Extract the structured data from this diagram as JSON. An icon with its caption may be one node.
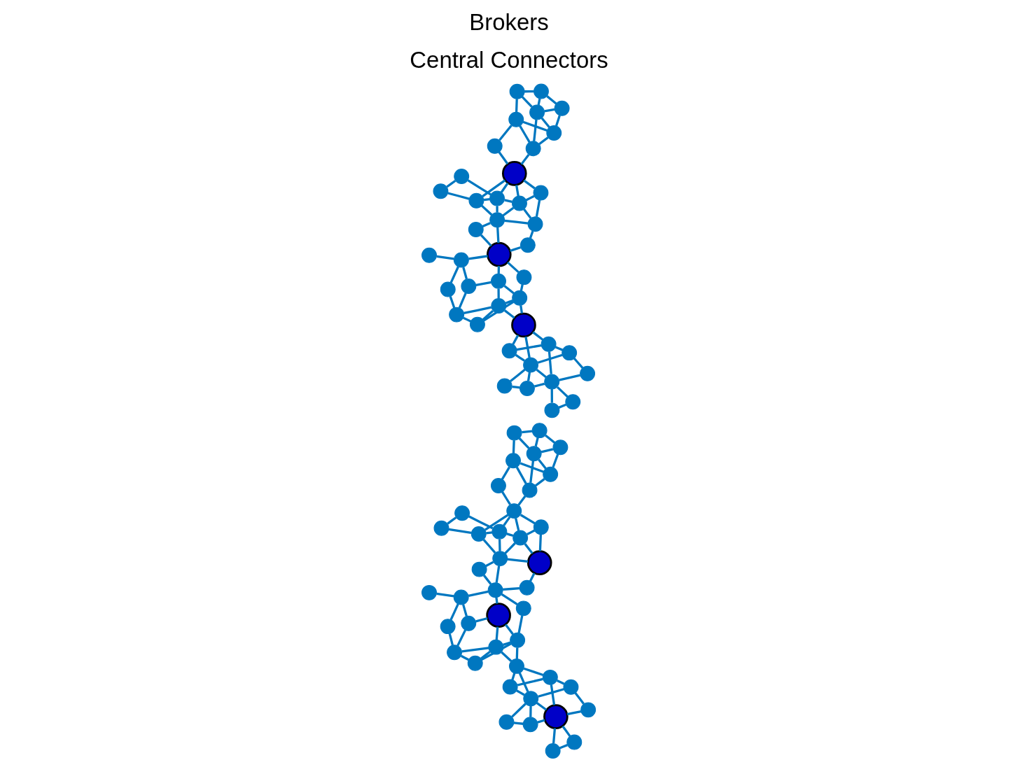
{
  "diagram": {
    "nodes": [
      {
        "text": [],
        "shape": "circle"
      },
      {
        "text": [],
        "shape": "circle"
      },
      {
        "text": [],
        "shape": "circle"
      },
      {
        "text": [],
        "shape": "circle"
      },
      {
        "text": [],
        "shape": "circle"
      },
      {
        "text": [],
        "shape": "circle"
      },
      {
        "text": [],
        "shape": "circle"
      },
      {
        "text": [],
        "shape": "circle"
      },
      {
        "text": [],
        "shape": "circle"
      },
      {
        "text": [],
        "shape": "circle"
      },
      {
        "text": [],
        "shape": "circle"
      },
      {
        "text": [],
        "shape": "circle"
      },
      {
        "text": [],
        "shape": "circle"
      },
      {
        "text": [],
        "shape": "circle"
      },
      {
        "text": [],
        "shape": "circle"
      },
      {
        "text": [],
        "shape": "circle"
      },
      {
        "text": [],
        "shape": "circle"
      },
      {
        "text": [],
        "shape": "circle"
      },
      {
        "text": [],
        "shape": "circle"
      },
      {
        "text": [],
        "shape": "circle"
      },
      {
        "text": [],
        "shape": "circle"
      },
      {
        "text": [],
        "shape": "circle"
      },
      {
        "text": [],
        "shape": "circle"
      },
      {
        "text": [],
        "shape": "circle"
      },
      {
        "text": [],
        "shape": "circle"
      },
      {
        "text": [],
        "shape": "circle"
      },
      {
        "text": [],
        "shape": "circle"
      },
      {
        "text": [],
        "shape": "circle"
      },
      {
        "text": [],
        "shape": "circle"
      },
      {
        "text": [],
        "shape": "circle"
      },
      {
        "text": [],
        "shape": "circle"
      },
      {
        "text": [],
        "shape": "circle"
      },
      {
        "text": [],
        "shape": "circle"
      },
      {
        "text": [],
        "shape": "circle"
      },
      {
        "text": [],
        "shape": "circle"
      },
      {
        "text": [],
        "shape": "circle"
      },
      {
        "text": [],
        "shape": "circle"
      },
      {
        "text": [],
        "shape": "circle"
      },
      {
        "text": [],
        "shape": "circle"
      },
      {
        "text": [],
        "shape": "circle"
      },
      {
        "text": [],
        "shape": "circle"
      },
      {
        "text": [],
        "shape": "circle"
      },
      {
        "text": [],
        "shape": "circle"
      },
      {
        "text": [],
        "shape": "circle"
      },
      {
        "text": [],
        "shape": "circle"
      },
      {
        "text": [],
        "shape": "circle"
      },
      {
        "text": [],
        "shape": "circle"
      },
      {
        "text": [],
        "shape": "circle"
      },
      {
        "text": [],
        "shape": "circle"
      },
      {
        "text": [],
        "shape": "circle"
      },
      {
        "text": [],
        "shape": "circle"
      },
      {
        "text": [],
        "shape": "circle"
      },
      {
        "text": [],
        "shape": "circle"
      },
      {
        "text": [],
        "shape": "circle"
      },
      {
        "text": [],
        "shape": "circle"
      },
      {
        "text": [],
        "shape": "circle"
      },
      {
        "text": [],
        "shape": "circle"
      },
      {
        "text": [],
        "shape": "circle"
      },
      {
        "text": [],
        "shape": "circle"
      },
      {
        "text": [],
        "shape": "circle"
      },
      {
        "text": [],
        "shape": "circle"
      },
      {
        "text": [],
        "shape": "circle"
      },
      {
        "text": [],
        "shape": "circle"
      },
      {
        "text": [],
        "shape": "circle"
      },
      {
        "text": [],
        "shape": "circle"
      },
      {
        "text": [],
        "shape": "circle"
      },
      {
        "text": [],
        "shape": "circle"
      },
      {
        "text": [],
        "shape": "circle"
      },
      {
        "text": [],
        "shape": "circle"
      },
      {
        "text": [],
        "shape": "circle"
      },
      {
        "text": [],
        "shape": "circle"
      },
      {
        "text": [],
        "shape": "circle"
      },
      {
        "text": [],
        "shape": "circle"
      },
      {
        "text": [],
        "shape": "circle"
      },
      {
        "text": [],
        "shape": "circle"
      },
      {
        "text": [],
        "shape": "circle"
      },
      {
        "text": [],
        "shape": "circle"
      },
      {
        "text": [],
        "shape": "circle"
      },
      {
        "text": [],
        "shape": "circle"
      },
      {
        "text": [],
        "shape": "circle"
      },
      {
        "text": [],
        "shape": "circle"
      },
      {
        "text": [],
        "shape": "circle"
      }
    ],
    "edges": [
      {
        "from": 0,
        "to": 1,
        "arrow": "none"
      },
      {
        "from": 0,
        "to": 4,
        "arrow": "none"
      },
      {
        "from": 1,
        "to": 4,
        "arrow": "none"
      },
      {
        "from": 2,
        "to": 3,
        "arrow": "none"
      },
      {
        "from": 2,
        "to": 4,
        "arrow": "none"
      },
      {
        "from": 2,
        "to": 5,
        "arrow": "none"
      },
      {
        "from": 3,
        "to": 5,
        "arrow": "none"
      },
      {
        "from": 4,
        "to": 5,
        "arrow": "none"
      },
      {
        "from": 4,
        "to": 7,
        "arrow": "none"
      },
      {
        "from": 4,
        "to": 9,
        "arrow": "none"
      },
      {
        "from": 5,
        "to": 6,
        "arrow": "none"
      },
      {
        "from": 5,
        "to": 8,
        "arrow": "none"
      },
      {
        "from": 5,
        "to": 10,
        "arrow": "none"
      },
      {
        "from": 6,
        "to": 9,
        "arrow": "none"
      },
      {
        "from": 6,
        "to": 10,
        "arrow": "none"
      },
      {
        "from": 7,
        "to": 8,
        "arrow": "none"
      },
      {
        "from": 8,
        "to": 9,
        "arrow": "none"
      },
      {
        "from": 9,
        "to": 10,
        "arrow": "none"
      },
      {
        "from": 10,
        "to": 11,
        "arrow": "none"
      },
      {
        "from": 10,
        "to": 14,
        "arrow": "none"
      },
      {
        "from": 11,
        "to": 12,
        "arrow": "none"
      },
      {
        "from": 11,
        "to": 13,
        "arrow": "none"
      },
      {
        "from": 11,
        "to": 14,
        "arrow": "none"
      },
      {
        "from": 11,
        "to": 15,
        "arrow": "none"
      },
      {
        "from": 13,
        "to": 14,
        "arrow": "none"
      },
      {
        "from": 13,
        "to": 17,
        "arrow": "none"
      },
      {
        "from": 14,
        "to": 15,
        "arrow": "none"
      },
      {
        "from": 14,
        "to": 17,
        "arrow": "none"
      },
      {
        "from": 15,
        "to": 16,
        "arrow": "none"
      },
      {
        "from": 15,
        "to": 18,
        "arrow": "none"
      },
      {
        "from": 12,
        "to": 16,
        "arrow": "none"
      },
      {
        "from": 17,
        "to": 18,
        "arrow": "none"
      },
      {
        "from": 17,
        "to": 20,
        "arrow": "none"
      },
      {
        "from": 18,
        "to": 19,
        "arrow": "none"
      },
      {
        "from": 19,
        "to": 16,
        "arrow": "none"
      },
      {
        "from": 19,
        "to": 20,
        "arrow": "none"
      },
      {
        "from": 19,
        "to": 21,
        "arrow": "none"
      },
      {
        "from": 16,
        "to": 22,
        "arrow": "none"
      },
      {
        "from": 16,
        "to": 26,
        "arrow": "none"
      },
      {
        "from": 16,
        "to": 23,
        "arrow": "none"
      },
      {
        "from": 22,
        "to": 24,
        "arrow": "none"
      },
      {
        "from": 23,
        "to": 26,
        "arrow": "none"
      },
      {
        "from": 24,
        "to": 25,
        "arrow": "none"
      },
      {
        "from": 24,
        "to": 26,
        "arrow": "none"
      },
      {
        "from": 24,
        "to": 27,
        "arrow": "none"
      },
      {
        "from": 25,
        "to": 27,
        "arrow": "none"
      },
      {
        "from": 25,
        "to": 28,
        "arrow": "none"
      },
      {
        "from": 26,
        "to": 27,
        "arrow": "none"
      },
      {
        "from": 26,
        "to": 29,
        "arrow": "none"
      },
      {
        "from": 26,
        "to": 30,
        "arrow": "none"
      },
      {
        "from": 27,
        "to": 28,
        "arrow": "none"
      },
      {
        "from": 27,
        "to": 29,
        "arrow": "none"
      },
      {
        "from": 28,
        "to": 29,
        "arrow": "none"
      },
      {
        "from": 28,
        "to": 30,
        "arrow": "none"
      },
      {
        "from": 28,
        "to": 33,
        "arrow": "none"
      },
      {
        "from": 28,
        "to": 34,
        "arrow": "none"
      },
      {
        "from": 29,
        "to": 30,
        "arrow": "none"
      },
      {
        "from": 29,
        "to": 31,
        "arrow": "none"
      },
      {
        "from": 30,
        "to": 32,
        "arrow": "none"
      },
      {
        "from": 31,
        "to": 32,
        "arrow": "none"
      },
      {
        "from": 33,
        "to": 35,
        "arrow": "none"
      },
      {
        "from": 34,
        "to": 35,
        "arrow": "none"
      },
      {
        "from": 34,
        "to": 36,
        "arrow": "none"
      },
      {
        "from": 34,
        "to": 37,
        "arrow": "none"
      },
      {
        "from": 35,
        "to": 36,
        "arrow": "none"
      },
      {
        "from": 35,
        "to": 40,
        "arrow": "none"
      },
      {
        "from": 36,
        "to": 37,
        "arrow": "none"
      },
      {
        "from": 36,
        "to": 38,
        "arrow": "none"
      },
      {
        "from": 37,
        "to": 38,
        "arrow": "none"
      },
      {
        "from": 37,
        "to": 39,
        "arrow": "none"
      },
      {
        "from": 37,
        "to": 40,
        "arrow": "none"
      },
      {
        "from": 38,
        "to": 39,
        "arrow": "none"
      },
      {
        "from": 39,
        "to": 40,
        "arrow": "none"
      },
      {
        "from": 41,
        "to": 42,
        "arrow": "none"
      },
      {
        "from": 41,
        "to": 45,
        "arrow": "none"
      },
      {
        "from": 42,
        "to": 45,
        "arrow": "none"
      },
      {
        "from": 43,
        "to": 44,
        "arrow": "none"
      },
      {
        "from": 43,
        "to": 45,
        "arrow": "none"
      },
      {
        "from": 43,
        "to": 46,
        "arrow": "none"
      },
      {
        "from": 44,
        "to": 46,
        "arrow": "none"
      },
      {
        "from": 45,
        "to": 46,
        "arrow": "none"
      },
      {
        "from": 45,
        "to": 48,
        "arrow": "none"
      },
      {
        "from": 45,
        "to": 50,
        "arrow": "none"
      },
      {
        "from": 46,
        "to": 47,
        "arrow": "none"
      },
      {
        "from": 46,
        "to": 49,
        "arrow": "none"
      },
      {
        "from": 46,
        "to": 51,
        "arrow": "none"
      },
      {
        "from": 47,
        "to": 50,
        "arrow": "none"
      },
      {
        "from": 47,
        "to": 51,
        "arrow": "none"
      },
      {
        "from": 48,
        "to": 49,
        "arrow": "none"
      },
      {
        "from": 49,
        "to": 50,
        "arrow": "none"
      },
      {
        "from": 50,
        "to": 51,
        "arrow": "none"
      },
      {
        "from": 51,
        "to": 52,
        "arrow": "none"
      },
      {
        "from": 51,
        "to": 55,
        "arrow": "none"
      },
      {
        "from": 52,
        "to": 53,
        "arrow": "none"
      },
      {
        "from": 52,
        "to": 54,
        "arrow": "none"
      },
      {
        "from": 52,
        "to": 55,
        "arrow": "none"
      },
      {
        "from": 52,
        "to": 56,
        "arrow": "none"
      },
      {
        "from": 54,
        "to": 55,
        "arrow": "none"
      },
      {
        "from": 54,
        "to": 58,
        "arrow": "none"
      },
      {
        "from": 55,
        "to": 56,
        "arrow": "none"
      },
      {
        "from": 55,
        "to": 58,
        "arrow": "none"
      },
      {
        "from": 56,
        "to": 57,
        "arrow": "none"
      },
      {
        "from": 56,
        "to": 59,
        "arrow": "none"
      },
      {
        "from": 53,
        "to": 57,
        "arrow": "none"
      },
      {
        "from": 58,
        "to": 59,
        "arrow": "none"
      },
      {
        "from": 58,
        "to": 61,
        "arrow": "none"
      },
      {
        "from": 59,
        "to": 60,
        "arrow": "none"
      },
      {
        "from": 60,
        "to": 57,
        "arrow": "none"
      },
      {
        "from": 60,
        "to": 61,
        "arrow": "none"
      },
      {
        "from": 60,
        "to": 62,
        "arrow": "none"
      },
      {
        "from": 57,
        "to": 63,
        "arrow": "none"
      },
      {
        "from": 57,
        "to": 67,
        "arrow": "none"
      },
      {
        "from": 57,
        "to": 64,
        "arrow": "none"
      },
      {
        "from": 63,
        "to": 65,
        "arrow": "none"
      },
      {
        "from": 64,
        "to": 67,
        "arrow": "none"
      },
      {
        "from": 65,
        "to": 66,
        "arrow": "none"
      },
      {
        "from": 65,
        "to": 67,
        "arrow": "none"
      },
      {
        "from": 65,
        "to": 68,
        "arrow": "none"
      },
      {
        "from": 66,
        "to": 68,
        "arrow": "none"
      },
      {
        "from": 66,
        "to": 69,
        "arrow": "none"
      },
      {
        "from": 67,
        "to": 68,
        "arrow": "none"
      },
      {
        "from": 67,
        "to": 70,
        "arrow": "none"
      },
      {
        "from": 67,
        "to": 71,
        "arrow": "none"
      },
      {
        "from": 68,
        "to": 69,
        "arrow": "none"
      },
      {
        "from": 68,
        "to": 70,
        "arrow": "none"
      },
      {
        "from": 69,
        "to": 70,
        "arrow": "none"
      },
      {
        "from": 69,
        "to": 71,
        "arrow": "none"
      },
      {
        "from": 69,
        "to": 74,
        "arrow": "none"
      },
      {
        "from": 69,
        "to": 75,
        "arrow": "none"
      },
      {
        "from": 70,
        "to": 71,
        "arrow": "none"
      },
      {
        "from": 70,
        "to": 72,
        "arrow": "none"
      },
      {
        "from": 71,
        "to": 73,
        "arrow": "none"
      },
      {
        "from": 72,
        "to": 73,
        "arrow": "none"
      },
      {
        "from": 74,
        "to": 76,
        "arrow": "none"
      },
      {
        "from": 75,
        "to": 76,
        "arrow": "none"
      },
      {
        "from": 75,
        "to": 77,
        "arrow": "none"
      },
      {
        "from": 75,
        "to": 78,
        "arrow": "none"
      },
      {
        "from": 76,
        "to": 77,
        "arrow": "none"
      },
      {
        "from": 76,
        "to": 81,
        "arrow": "none"
      },
      {
        "from": 77,
        "to": 78,
        "arrow": "none"
      },
      {
        "from": 77,
        "to": 79,
        "arrow": "none"
      },
      {
        "from": 78,
        "to": 79,
        "arrow": "none"
      },
      {
        "from": 78,
        "to": 80,
        "arrow": "none"
      },
      {
        "from": 78,
        "to": 81,
        "arrow": "none"
      },
      {
        "from": 79,
        "to": 80,
        "arrow": "none"
      },
      {
        "from": 80,
        "to": 81,
        "arrow": "none"
      }
    ],
    "labels": [
      "Brokers",
      "Central Connectors"
    ]
  }
}
